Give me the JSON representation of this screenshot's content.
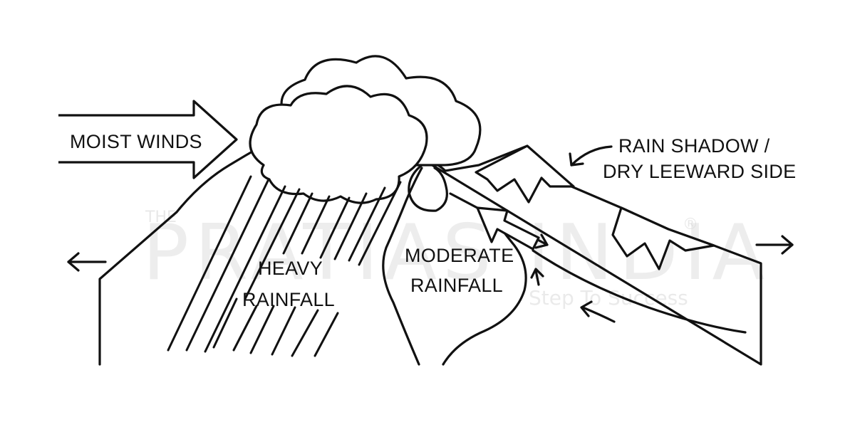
{
  "labels": {
    "moist_winds": "MOIST WINDS",
    "heavy_rainfall_line1": "HEAVY",
    "heavy_rainfall_line2": "RAINFALL",
    "moderate_rainfall_line1": "MODERATE",
    "moderate_rainfall_line2": "RAINFALL",
    "rain_shadow_line1": "RAIN SHADOW /",
    "rain_shadow_line2": "DRY LEEWARD SIDE"
  },
  "watermark": {
    "prefix": "THE",
    "brand": "PRATIAS INDIA",
    "tagline": "Step To Success",
    "registered": "®"
  },
  "colors": {
    "line": "#111111",
    "background": "#ffffff",
    "watermark": "#d9d9d9"
  }
}
